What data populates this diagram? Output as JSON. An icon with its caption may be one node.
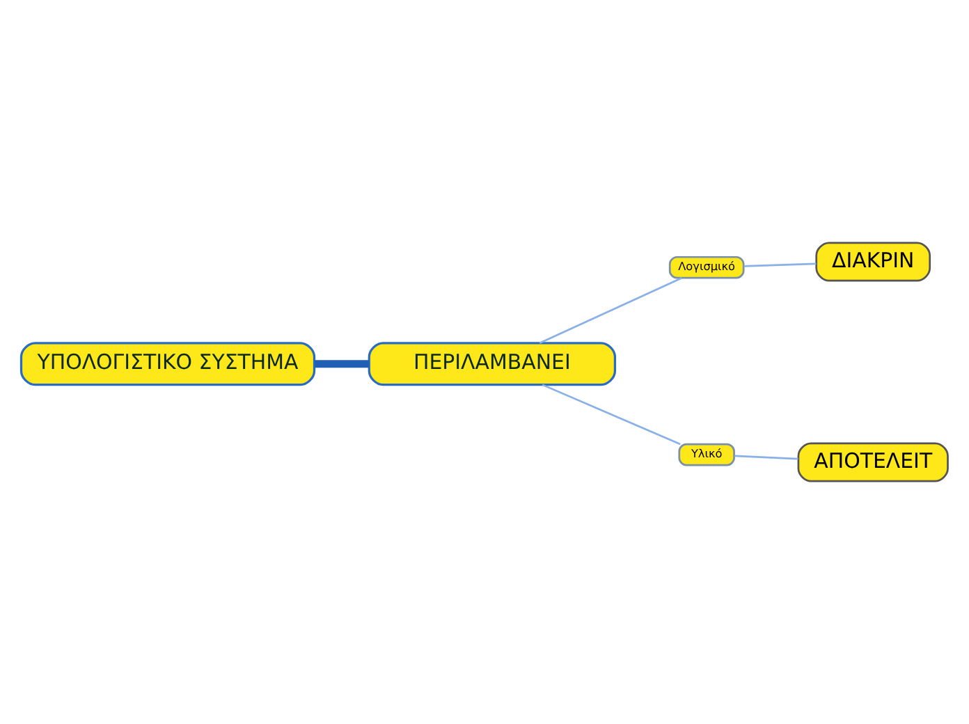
{
  "diagram": {
    "nodes": [
      {
        "text": [
          "ΥΠΟΛΟΓΙΣΤΙΚΟ ΣΥΣΤΗΜΑ"
        ]
      },
      {
        "text": [
          "ΠΕΡΙΛΑΜΒΑΝΕΙ"
        ]
      },
      {
        "text": [
          "Λογισμικό"
        ]
      },
      {
        "text": [
          "ΔΙΑΚΡΙΝ"
        ]
      },
      {
        "text": [
          "Υλικό"
        ]
      },
      {
        "text": [
          "ΑΠΟΤΕΛΕΙΤ"
        ]
      }
    ],
    "edges": [
      {
        "from": 0,
        "to": 1,
        "arrow": "none",
        "style": "thick",
        "color": "#1f5fb4"
      },
      {
        "from": 1,
        "to": 2,
        "arrow": "none"
      },
      {
        "from": 2,
        "to": 3,
        "arrow": "none"
      },
      {
        "from": 1,
        "to": 4,
        "arrow": "none"
      },
      {
        "from": 4,
        "to": 5,
        "arrow": "none"
      }
    ]
  }
}
